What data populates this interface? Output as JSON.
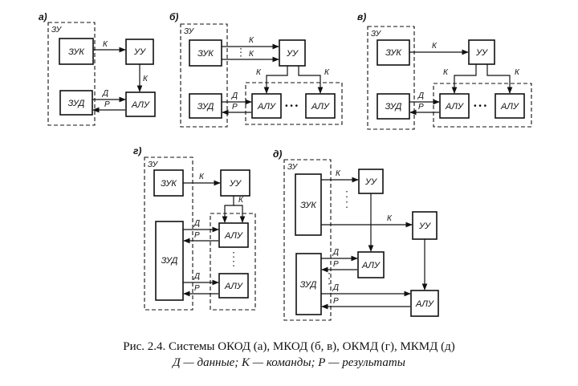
{
  "panels": {
    "a": "а)",
    "b": "б)",
    "v": "в)",
    "g": "г)",
    "d": "д)"
  },
  "labels": {
    "zu": "ЗУ",
    "zuk": "ЗУК",
    "zud": "ЗУД",
    "uu": "УУ",
    "alu": "АЛУ",
    "k": "К",
    "d": "Д",
    "r": "Р",
    "ellipsis": "• • •"
  },
  "caption": {
    "line1": "Рис. 2.4. Системы ОКОД (а), МКОД (б, в), ОКМД (г), МКМД (д)",
    "line2": "Д — данные; К — команды; Р — результаты"
  }
}
